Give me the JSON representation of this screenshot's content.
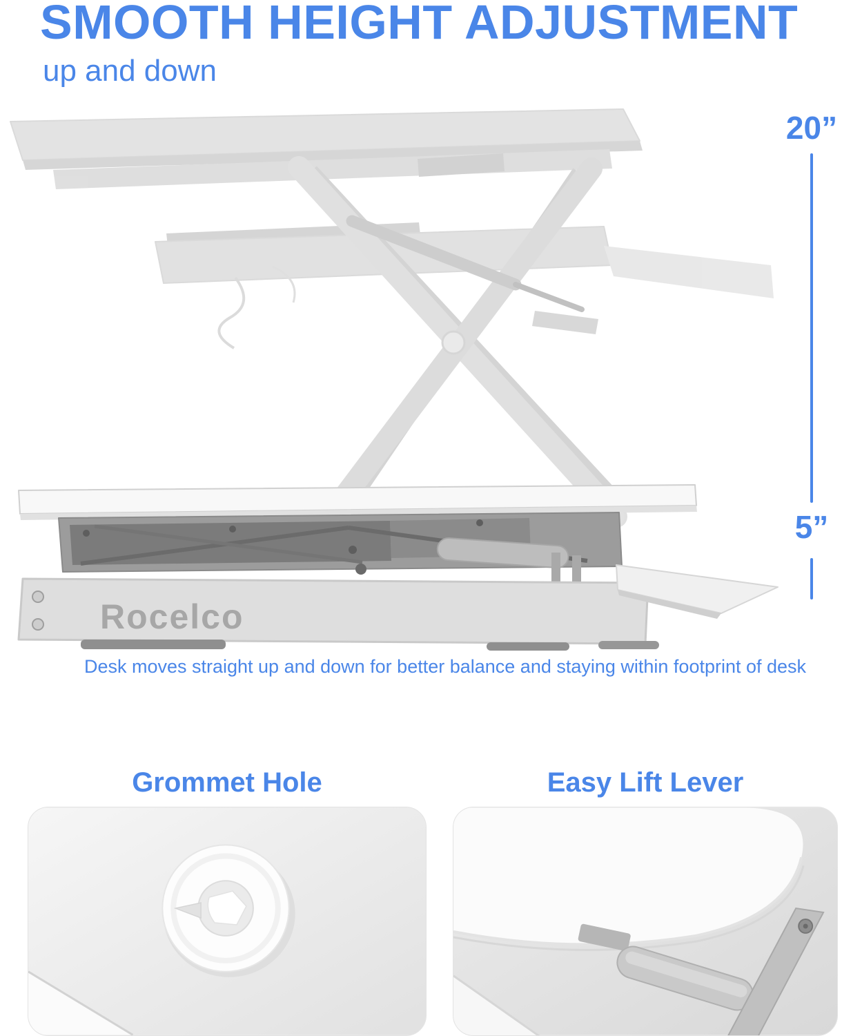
{
  "header": {
    "title": "SMOOTH HEIGHT ADJUSTMENT",
    "subtitle": "up and down"
  },
  "hero": {
    "brand": "Rocelco",
    "measurements": {
      "raised": "20”",
      "lowered": "5”"
    },
    "caption": "Desk moves straight up and down for better balance and staying within footprint of desk"
  },
  "features": [
    {
      "label": "Grommet Hole"
    },
    {
      "label": "Easy Lift Lever"
    }
  ],
  "colors": {
    "accent_blue": "#4a86e8",
    "brand_gray": "#a7a7a7",
    "ghost_gray": "#c7c7c7",
    "frame_gray": "#9c9c9c",
    "surface_white": "#f8f8f8"
  }
}
